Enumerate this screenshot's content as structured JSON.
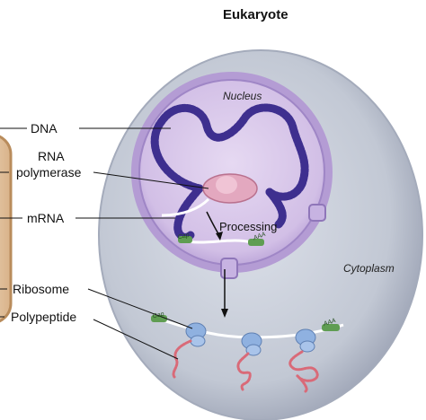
{
  "title": "Eukaryote",
  "compartments": {
    "nucleus": "Nucleus",
    "cytoplasm": "Cytoplasm"
  },
  "labels": {
    "dna": "DNA",
    "rna_polymerase_line1": "RNA",
    "rna_polymerase_line2": "polymerase",
    "mrna": "mRNA",
    "ribosome": "Ribosome",
    "polypeptide": "Polypeptide"
  },
  "processing": "Processing",
  "mrna_marks": {
    "cap": "Cap",
    "poly_a": "AAA"
  },
  "colors": {
    "cell": "#c4cad6",
    "cytoplasm_edge": "#8c93a6",
    "nucleus_envelope": "#a78ccf",
    "nucleus_interior": "#d9c9ec",
    "dna": "#3e2f8f",
    "rna_polymerase": "#e3a8bf",
    "ribosome": "#8fb1e0",
    "polypeptide": "#d96a78",
    "cap": "#5f9d52",
    "prokaryote_edge": "#c9a074"
  }
}
